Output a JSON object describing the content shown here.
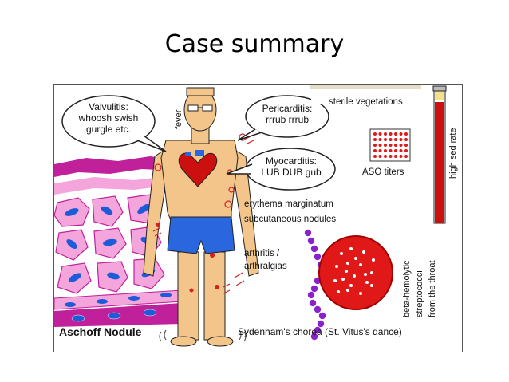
{
  "slide": {
    "title": "Case summary"
  },
  "figure": {
    "bubbles": {
      "valvulitis": [
        "Valvulitis:",
        "whoosh swish",
        "gurgle etc."
      ],
      "pericarditis": [
        "Pericarditis:",
        "rrrub  rrrub"
      ],
      "myocarditis": [
        "Myocarditis:",
        "LUB DUB gub"
      ]
    },
    "labels": {
      "fever": "fever",
      "sterile_vegetations": "sterile vegetations",
      "high_sed_rate": "high sed rate",
      "aso_titers": "ASO titers",
      "erythema_marginatum": "erythema marginatum",
      "subcutaneous_nodules": "subcutaneous nodules",
      "arthritis": "arthritis /",
      "arthralgias": "arthralgias",
      "beta_hemolytic": "beta-hemolytic",
      "streptococci": "streptococci",
      "from_throat": "from the throat",
      "sydenham": "Sydenham's chorea (St. Vitus's dance)",
      "aschoff": "Aschoff Nodule"
    },
    "colors": {
      "tissue_pink": "#f4a6dc",
      "tissue_magenta": "#c0209a",
      "nucleus_blue": "#1e5bd8",
      "heart_red": "#cc1010",
      "shorts_blue": "#2a66dd",
      "skin": "#f3c58a",
      "rbc_red": "#e01818",
      "strep_purple": "#8a22cc"
    }
  }
}
